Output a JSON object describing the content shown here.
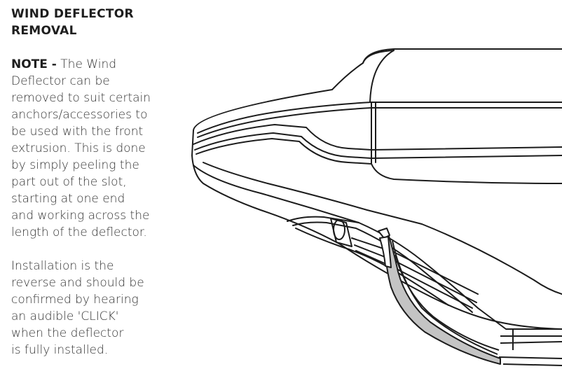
{
  "heading": {
    "line1": "WIND DEFLECTOR",
    "line2": "REMOVAL"
  },
  "note": {
    "label": "NOTE -",
    "text": " The Wind\nDeflector can be\nremoved to suit certain\nanchors/accessories to\nbe used with the front\nextrusion.  This is done\nby simply peeling the\npart out of the slot,\nstarting at one end\nand working across the\nlength of the deflector."
  },
  "installation": {
    "text": "Installation is the\nreverse and should be\nconfirmed by hearing\nan audible 'CLICK'\nwhen the deflector\nis fully installed."
  }
}
